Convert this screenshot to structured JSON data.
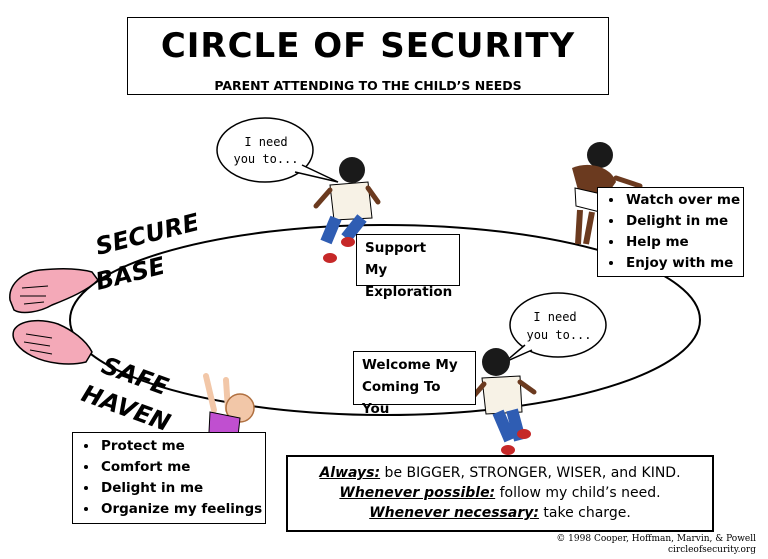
{
  "title": "CIRCLE OF SECURITY",
  "subtitle": "PARENT ATTENDING TO THE CHILD’S NEEDS",
  "curve_labels": {
    "secure": "SECURE",
    "base": "BASE",
    "safe": "SAFE",
    "haven": "HAVEN"
  },
  "bubbles": {
    "top": {
      "line1": "I need",
      "line2": "you to..."
    },
    "bottom": {
      "line1": "I need",
      "line2": "you to..."
    }
  },
  "support_box": {
    "line1": "Support My",
    "line2": "Exploration"
  },
  "welcome_box": {
    "line1": "Welcome My",
    "line2": "Coming To You"
  },
  "right_list": [
    "Watch over me",
    "Delight in me",
    "Help me",
    "Enjoy with me"
  ],
  "left_list": [
    "Protect me",
    "Comfort me",
    "Delight in me",
    "Organize my feelings"
  ],
  "always": {
    "line1_em": "Always:",
    "line1_rest": " be BIGGER, STRONGER, WISER, and KIND.",
    "line2_em": "Whenever possible:",
    "line2_rest": " follow my child’s need.",
    "line3_em": "Whenever necessary:",
    "line3_rest": " take charge."
  },
  "copyright": {
    "line1": "© 1998 Cooper, Hoffman, Marvin, & Powell",
    "line2": "circleofsecurity.org"
  },
  "colors": {
    "hands": "#f4a9b8",
    "shirt_purple": "#c04fd0",
    "jeans_blue": "#2f5db3",
    "skin_dark": "#6b3a1f",
    "skin_light": "#f2c7a8",
    "shoes_red": "#c62828"
  }
}
